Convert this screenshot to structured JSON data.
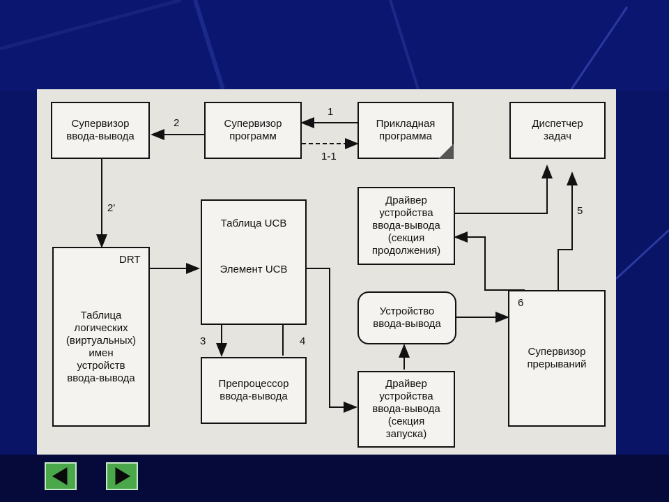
{
  "diagram": {
    "boxes": {
      "io_supervisor": "Супервизор\nввода-вывода",
      "program_supervisor": "Супервизор\nпрограмм",
      "application": "Прикладная\nпрограмма",
      "task_dispatcher": "Диспетчер\nзадач",
      "driver_continuation": "Драйвер\nустройства\nввода-вывода\n(секция\nпродолжения)",
      "ucb_table": "Таблица UCB",
      "ucb_element": "Элемент UCB",
      "logical_names_table": "Таблица\nлогических\n(виртуальных)\nимен\nустройств\nввода-вывода",
      "io_device": "Устройство\nввода-вывода",
      "interrupt_supervisor": "Супервизор\nпрерываний",
      "io_preprocessor": "Препроцессор\nввода-вывода",
      "driver_start": "Драйвер\nустройства\nввода-вывода\n(секция\nзапуска)"
    },
    "labels": {
      "l1": "1",
      "l1_1": "1-1",
      "l2": "2",
      "l2p": "2'",
      "l3": "3",
      "l4": "4",
      "l5": "5",
      "l6": "6",
      "drt": "DRT"
    }
  },
  "navigation": {
    "prev_icon": "triangle-left-icon",
    "next_icon": "triangle-right-icon"
  },
  "colors": {
    "background": "#0a1466",
    "nav_button": "#4aa84a"
  }
}
